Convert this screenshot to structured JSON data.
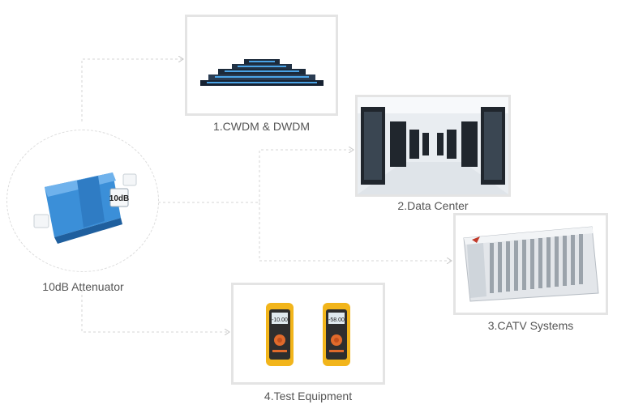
{
  "source": {
    "label": "10dB Attenuator",
    "part_label": "10dB"
  },
  "applications": [
    {
      "label": "1.CWDM & DWDM"
    },
    {
      "label": "2.Data Center"
    },
    {
      "label": "3.CATV Systems"
    },
    {
      "label": "4.Test Equipment"
    }
  ],
  "meters": [
    {
      "reading": "-10.00"
    },
    {
      "reading": "-58.00"
    }
  ],
  "colors": {
    "connector": "#dcdcdc",
    "frame": "#e4e4e4",
    "attenuator": "#3d8fd6",
    "meter": "#f2b51b"
  }
}
